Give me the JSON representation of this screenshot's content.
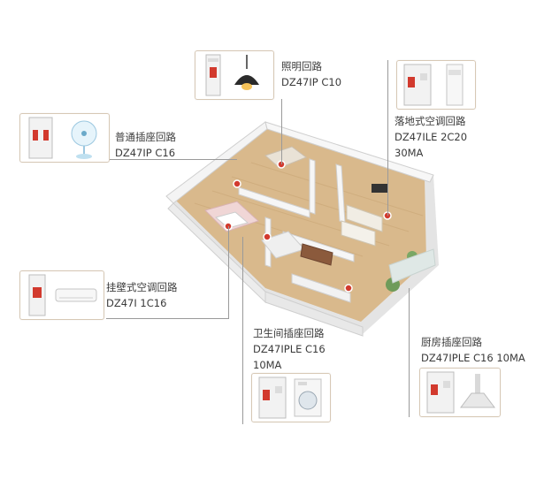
{
  "circuits": [
    {
      "id": "lighting",
      "title": "照明回路",
      "model": "DZ47IP C10",
      "model2": "",
      "device": "pendant-lamp"
    },
    {
      "id": "general-socket",
      "title": "普通插座回路",
      "model": "DZ47IP C16",
      "model2": "",
      "device": "desk-fan"
    },
    {
      "id": "floor-ac",
      "title": "落地式空调回路",
      "model": "DZ47ILE 2C20",
      "model2": "30MA",
      "device": "floor-air-conditioner"
    },
    {
      "id": "wall-ac",
      "title": "挂壁式空调回路",
      "model": "DZ47I 1C16",
      "model2": "",
      "device": "wall-air-conditioner"
    },
    {
      "id": "bathroom-socket",
      "title": "卫生间插座回路",
      "model": "DZ47IPLE C16",
      "model2": "10MA",
      "device": "washing-machine"
    },
    {
      "id": "kitchen-socket",
      "title": "厨房插座回路",
      "model": "DZ47IPLE C16 10MA",
      "model2": "",
      "device": "range-hood"
    }
  ],
  "colors": {
    "accent": "#d23a2e",
    "breaker": "#f2f2f2",
    "card_border": "#d7c8b5",
    "floor": "#d9b98c"
  }
}
